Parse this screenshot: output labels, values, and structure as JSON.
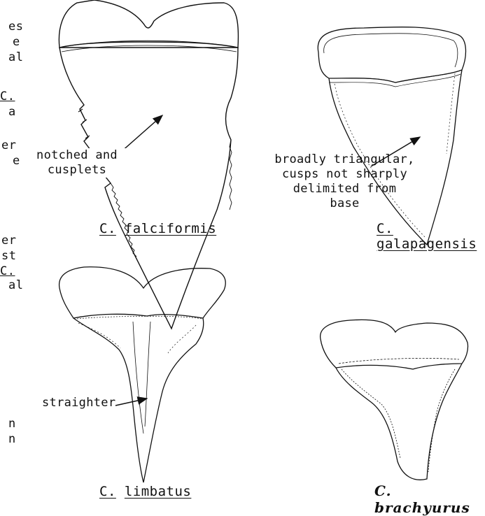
{
  "left_margin_fragments": [
    "es",
    "e",
    "al",
    "C.",
    "a",
    "er",
    "e",
    "er",
    "st",
    "C.",
    "al",
    "n",
    "n"
  ],
  "annotations": {
    "notched": [
      "notched and",
      "cusplets"
    ],
    "broad": [
      "broadly triangular,",
      "cusps not sharply",
      "delimited from",
      "base"
    ],
    "straighter": "straighter"
  },
  "captions": {
    "falciformis": {
      "genus": "C.",
      "species": "falciformis"
    },
    "galapagensis": {
      "genus": "C.",
      "species": "galapagensis"
    },
    "limbatus": {
      "genus": "C.",
      "species": "limbatus"
    },
    "brachyurus": "C. brachyurus"
  }
}
